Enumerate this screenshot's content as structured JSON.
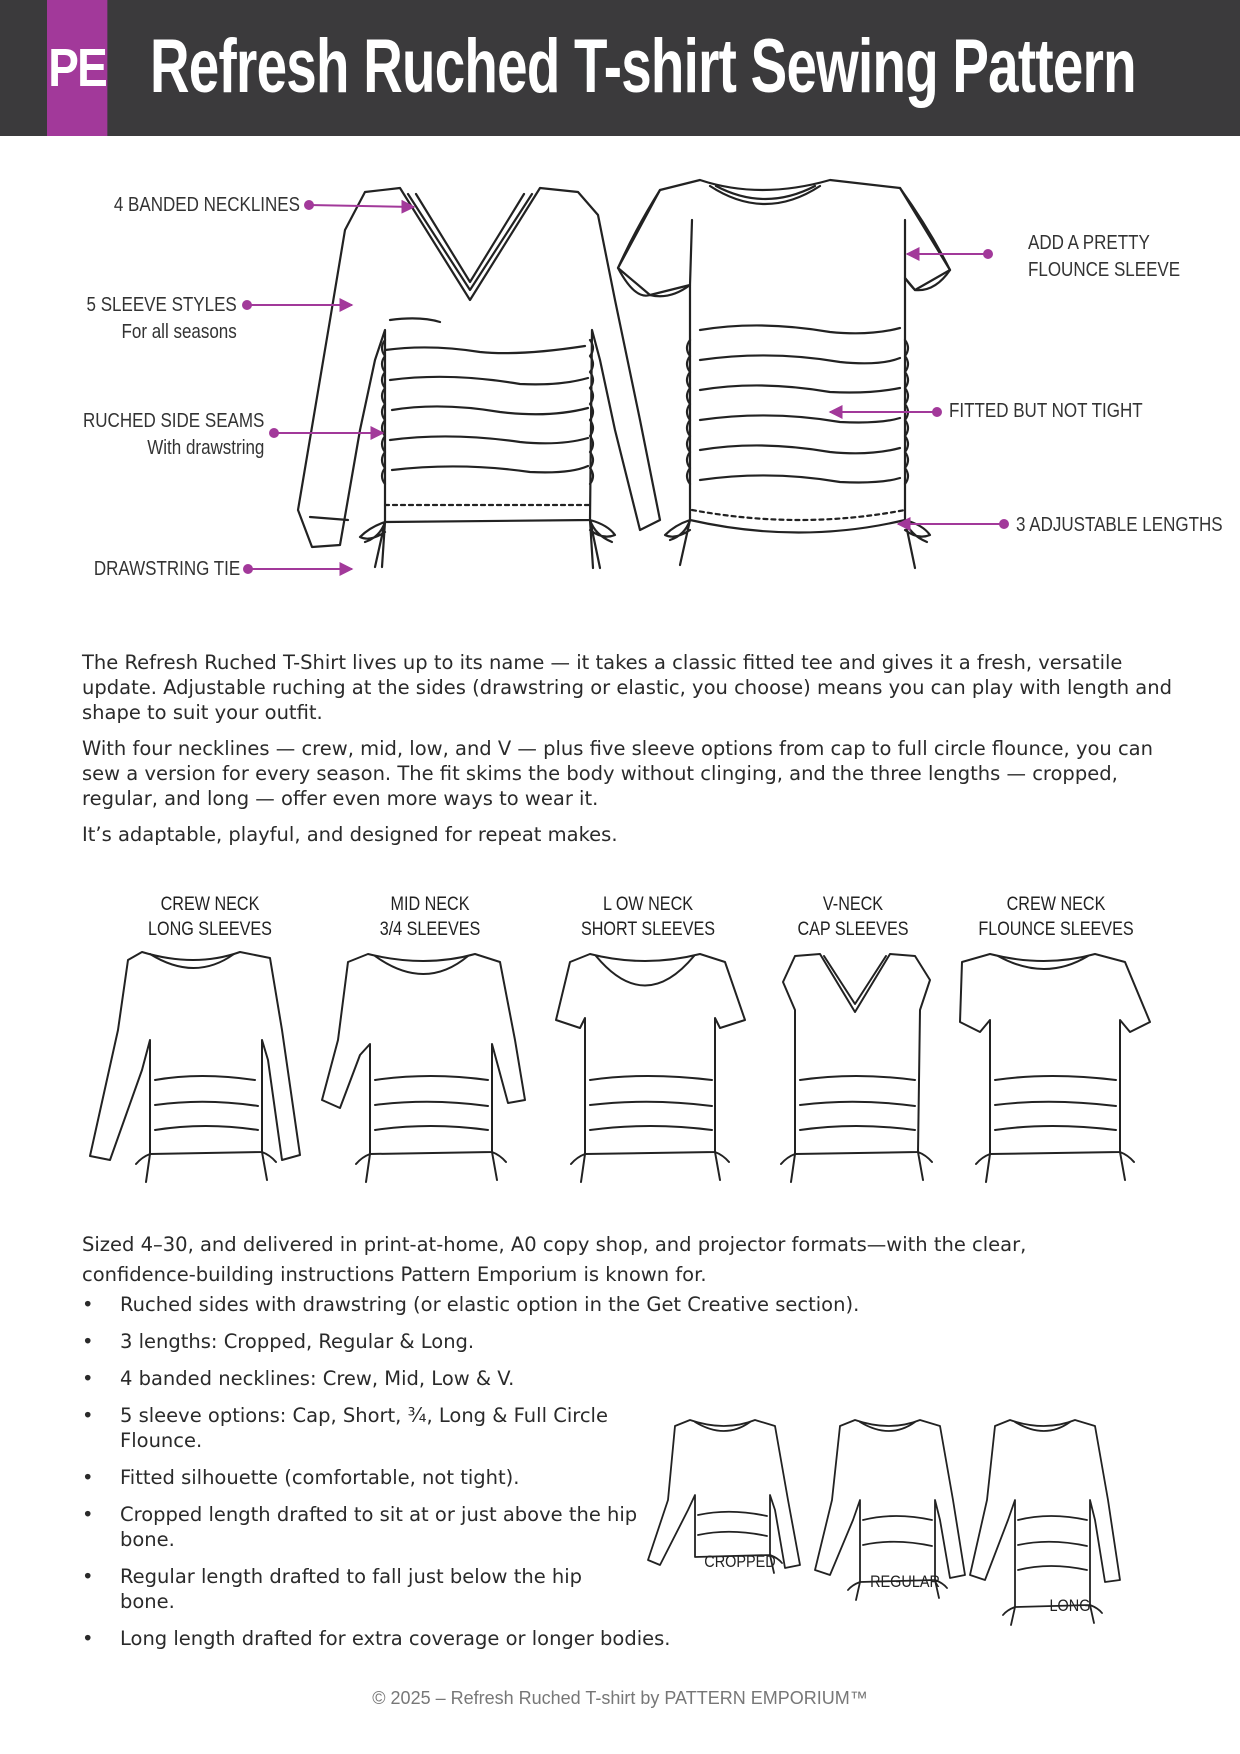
{
  "header": {
    "logo": "PE",
    "title": "Refresh Ruched T-shirt Sewing Pattern"
  },
  "colors": {
    "header_bg": "#3b3a3c",
    "accent": "#a2399a",
    "line": "#222222"
  },
  "annotations": {
    "banded_necklines": "4 BANDED NECKLINES",
    "sleeve_styles": "5 SLEEVE STYLES",
    "sleeve_styles_sub": "For all seasons",
    "ruched_seams": "RUCHED SIDE SEAMS",
    "ruched_seams_sub": "With drawstring",
    "drawstring_tie": "DRAWSTRING TIE",
    "flounce_1": "ADD A PRETTY",
    "flounce_2": "FLOUNCE SLEEVE",
    "fitted": "FITTED BUT NOT TIGHT",
    "lengths": "3 ADJUSTABLE LENGTHS"
  },
  "intro": [
    "The Refresh Ruched T-Shirt lives up to its name — it takes a classic fitted tee and gives it a fresh, versatile update. Adjustable ruching at the sides (drawstring or elastic, you choose) means you can play with length and shape to suit your outfit.",
    "With four necklines — crew, mid, low, and V — plus five sleeve options from cap to full circle flounce, you can sew a version for every season. The fit skims the body without clinging, and the three lengths — cropped, regular, and long — offer even more ways to wear it.",
    "It’s adaptable, playful, and designed for repeat makes."
  ],
  "variations": [
    {
      "line1": "CREW NECK",
      "line2": "LONG SLEEVES"
    },
    {
      "line1": "MID NECK",
      "line2": "3/4 SLEEVES"
    },
    {
      "line1": "L OW NECK",
      "line2": "SHORT SLEEVES"
    },
    {
      "line1": "V-NECK",
      "line2": "CAP SLEEVES"
    },
    {
      "line1": "CREW NECK",
      "line2": "FLOUNCE SLEEVES"
    }
  ],
  "sizing": "Sized 4–30, and delivered in print-at-home, A0 copy shop, and projector formats—with the clear, confidence-building instructions Pattern Emporium is known for.",
  "features": [
    "Ruched sides with drawstring (or elastic option in the Get Creative section).",
    "3 lengths: Cropped, Regular & Long.",
    "4 banded necklines: Crew, Mid, Low & V.",
    "5 sleeve options: Cap, Short, ¾, Long & Full Circle Flounce.",
    "Fitted silhouette (comfortable, not tight).",
    "Cropped length drafted to sit at or just above the hip bone.",
    "Regular length drafted to fall just below the hip bone.",
    "Long length drafted for extra coverage or longer bodies."
  ],
  "lengths": [
    "CROPPED",
    "REGULAR",
    "LONG"
  ],
  "footer": "© 2025 – Refresh Ruched T-shirt by PATTERN EMPORIUM™"
}
